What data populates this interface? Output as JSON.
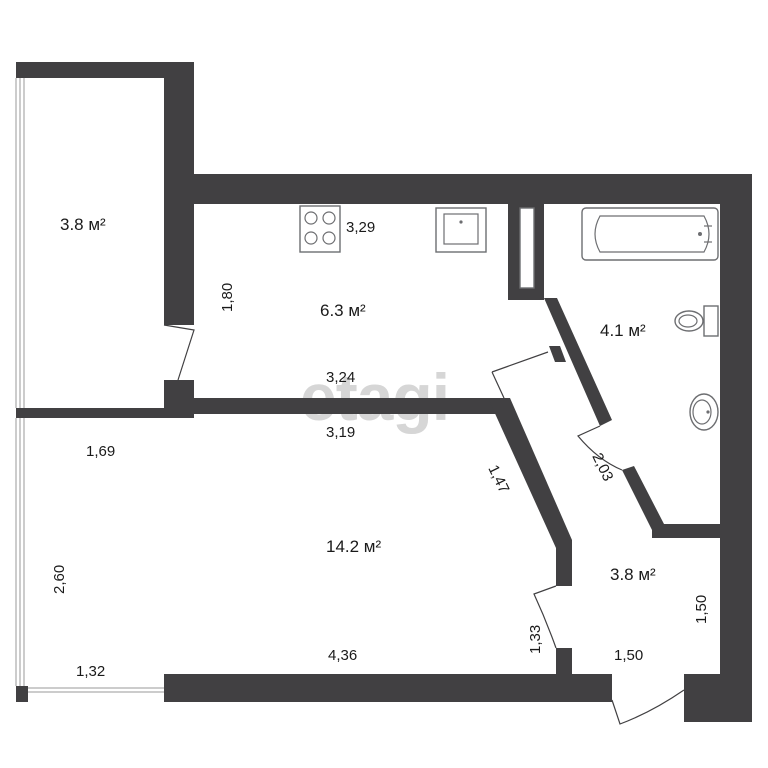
{
  "watermark": "etagi",
  "rooms": {
    "balcony_area": "3.8 м²",
    "kitchen_area": "6.3 м²",
    "bathroom_area": "4.1 м²",
    "living_area": "14.2 м²",
    "hall_area": "3.8 м²"
  },
  "dimensions": {
    "stove_side": "3,29",
    "kitchen_height": "1,80",
    "kitchen_bottom": "3,24",
    "living_top": "3,19",
    "balcony_lower": "1,69",
    "corridor_diag": "1,47",
    "bath_diag": "2,03",
    "living_left": "2,60",
    "living_right": "1,33",
    "living_bottom": "4,36",
    "window_bottom": "1,32",
    "hall_right": "1,50",
    "hall_bottom": "1,50"
  },
  "colors": {
    "wall": "#414042",
    "fixture_stroke": "#6d6e71",
    "watermark": "#d6d6d6"
  }
}
